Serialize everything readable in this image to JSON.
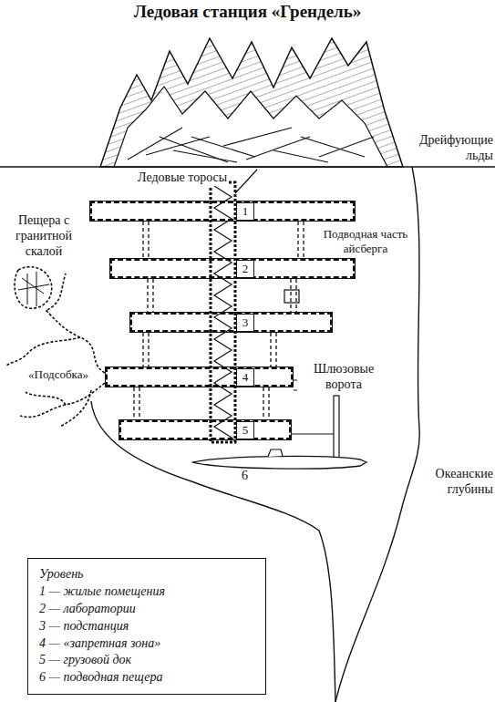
{
  "diagram": {
    "title": "Ледовая станция «Грендель»",
    "nodes": [
      {
        "text": [
          "1"
        ]
      },
      {
        "text": [
          "2"
        ]
      },
      {
        "text": [
          "3"
        ]
      },
      {
        "text": [
          "4"
        ]
      },
      {
        "text": [
          "5"
        ]
      },
      {
        "text": [
          "Уровень",
          "1 — жилые помещения",
          "2 — лаборатории",
          "3 — подстанция",
          "4 — «запретная зона»",
          "5 — грузовой док",
          "6 — подводная пещера"
        ]
      }
    ],
    "edges": [
      {
        "from": 0,
        "to": 1,
        "arrow": "none"
      },
      {
        "from": 0,
        "to": 1,
        "arrow": "none"
      },
      {
        "from": 1,
        "to": 2,
        "arrow": "none"
      },
      {
        "from": 1,
        "to": 2,
        "arrow": "none"
      },
      {
        "from": 2,
        "to": 3,
        "arrow": "none"
      },
      {
        "from": 2,
        "to": 3,
        "arrow": "none"
      },
      {
        "from": 3,
        "to": 4,
        "arrow": "none"
      },
      {
        "from": 3,
        "to": 4,
        "arrow": "none"
      }
    ],
    "labels": [
      "Дрейфующие льды",
      "Ледовые торосы",
      "Пещера с гранитной скалой",
      "Подводная часть айсберга",
      "«Подсобка»",
      "Шлюзовые ворота",
      "Океанские глубины",
      "6"
    ]
  }
}
